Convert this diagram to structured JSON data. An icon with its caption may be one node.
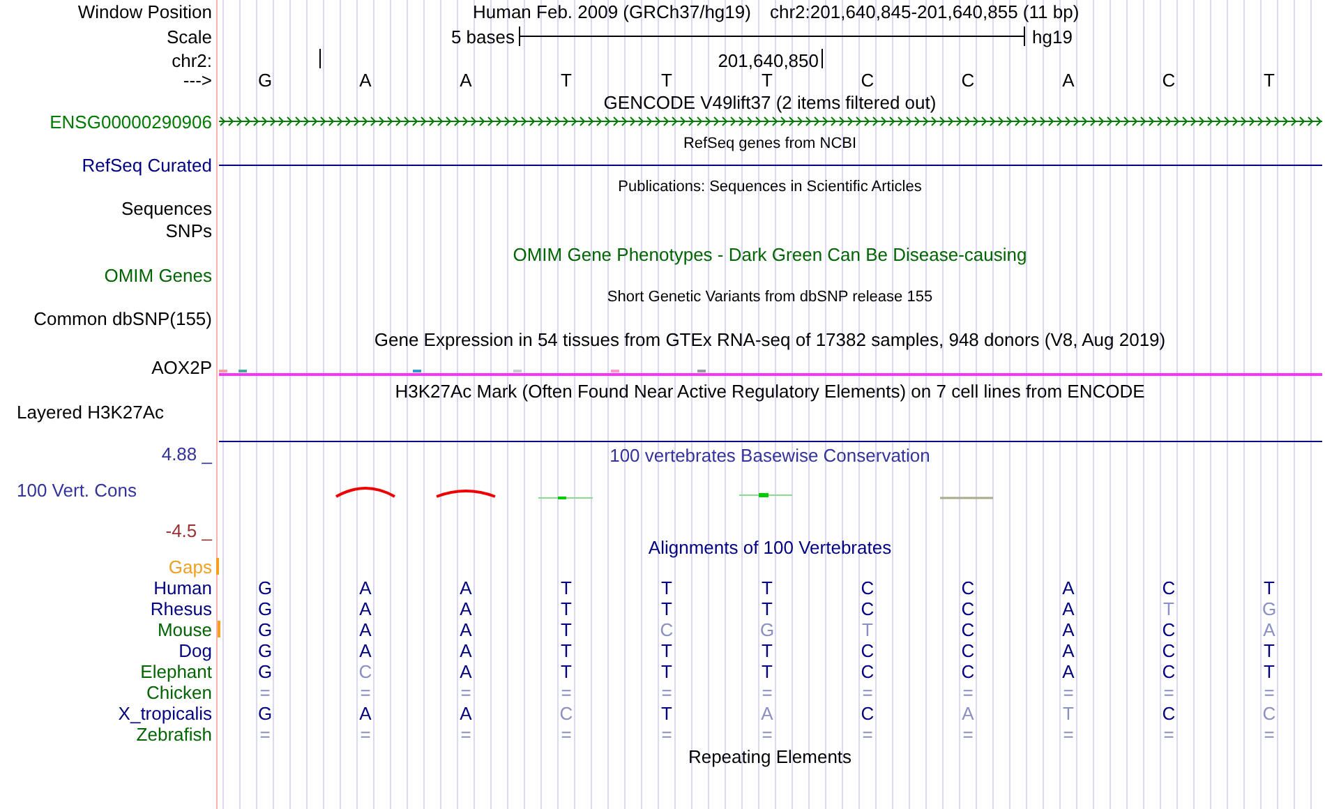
{
  "diagram": {
    "labels": [
      "Window Position",
      "Human Feb. 2009 (GRCh37/hg19)",
      "chr2:201,640,845-201,640,855 (11 bp)",
      "Scale",
      "5 bases",
      "hg19",
      "chr2:",
      "201,640,850",
      "--->",
      "G",
      "A",
      "A",
      "T",
      "T",
      "T",
      "C",
      "C",
      "A",
      "C",
      "T",
      "GENCODE V49lift37 (2 items filtered out)",
      "ENSG00000290906",
      "RefSeq genes from NCBI",
      "RefSeq Curated",
      "Publications: Sequences in Scientific Articles",
      "Sequences",
      "SNPs",
      "OMIM Gene Phenotypes - Dark Green Can Be Disease-causing",
      "OMIM Genes",
      "Short Genetic Variants from dbSNP release 155",
      "Common dbSNP(155)",
      "Gene Expression in 54 tissues from GTEx RNA-seq of 17382 samples, 948 donors (V8, Aug 2019)",
      "AOX2P",
      "H3K27Ac Mark (Often Found Near Active Regulatory Elements) on 7 cell lines from ENCODE",
      "Layered H3K27Ac",
      "4.88 _",
      "100 vertebrates Basewise Conservation",
      "100 Vert. Cons",
      "-4.5 _",
      "Alignments of 100 Vertebrates",
      "Gaps",
      "Human",
      "G",
      "A",
      "A",
      "T",
      "T",
      "T",
      "C",
      "C",
      "A",
      "C",
      "T",
      "Rhesus",
      "G",
      "A",
      "A",
      "T",
      "T",
      "T",
      "C",
      "C",
      "A",
      "T",
      "G",
      "Mouse",
      "G",
      "A",
      "A",
      "T",
      "C",
      "G",
      "T",
      "C",
      "A",
      "C",
      "A",
      "Dog",
      "G",
      "A",
      "A",
      "T",
      "T",
      "T",
      "C",
      "C",
      "A",
      "C",
      "T",
      "Elephant",
      "G",
      "C",
      "A",
      "T",
      "T",
      "T",
      "C",
      "C",
      "A",
      "C",
      "T",
      "Chicken",
      "=",
      "=",
      "=",
      "=",
      "=",
      "=",
      "=",
      "=",
      "=",
      "=",
      "=",
      "X_tropicalis",
      "G",
      "A",
      "A",
      "C",
      "T",
      "A",
      "C",
      "A",
      "T",
      "C",
      "C",
      "Zebrafish",
      "=",
      "=",
      "=",
      "=",
      "=",
      "=",
      "=",
      "=",
      "=",
      "=",
      "=",
      "Repeating Elements"
    ]
  }
}
